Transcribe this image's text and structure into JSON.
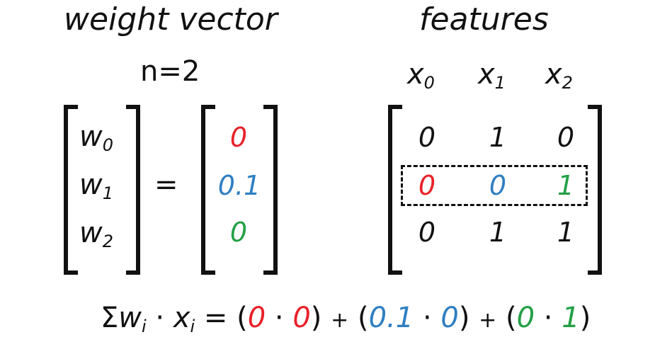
{
  "colors": {
    "ink": "#111111",
    "red": "#e8212a",
    "blue": "#2f7fc1",
    "green": "#23a045"
  },
  "weights": {
    "title": "weight vector",
    "n_label": "n=2",
    "symbols": [
      {
        "base": "w",
        "sub": "0"
      },
      {
        "base": "w",
        "sub": "1"
      },
      {
        "base": "w",
        "sub": "2"
      }
    ],
    "equals": "=",
    "values": [
      "0",
      "0.1",
      "0"
    ]
  },
  "features": {
    "title": "features",
    "headers": [
      {
        "base": "x",
        "sub": "0"
      },
      {
        "base": "x",
        "sub": "1"
      },
      {
        "base": "x",
        "sub": "2"
      }
    ],
    "rows": [
      [
        "0",
        "1",
        "0"
      ],
      [
        "0",
        "0",
        "1"
      ],
      [
        "0",
        "1",
        "1"
      ]
    ],
    "highlighted_row": 1
  },
  "formula": {
    "lhs_sigma": "Σ",
    "lhs_w": "w",
    "lhs_i": "i",
    "lhs_dot": "·",
    "lhs_x": "x",
    "equals": "=",
    "terms": [
      {
        "open": "(",
        "w": "0",
        "dot": "·",
        "x": "0",
        "close": ")"
      },
      {
        "open": "(",
        "w": "0.1",
        "dot": "·",
        "x": "0",
        "close": ")"
      },
      {
        "open": "(",
        "w": "0",
        "dot": "·",
        "x": "1",
        "close": ")"
      }
    ],
    "plus": "+"
  }
}
